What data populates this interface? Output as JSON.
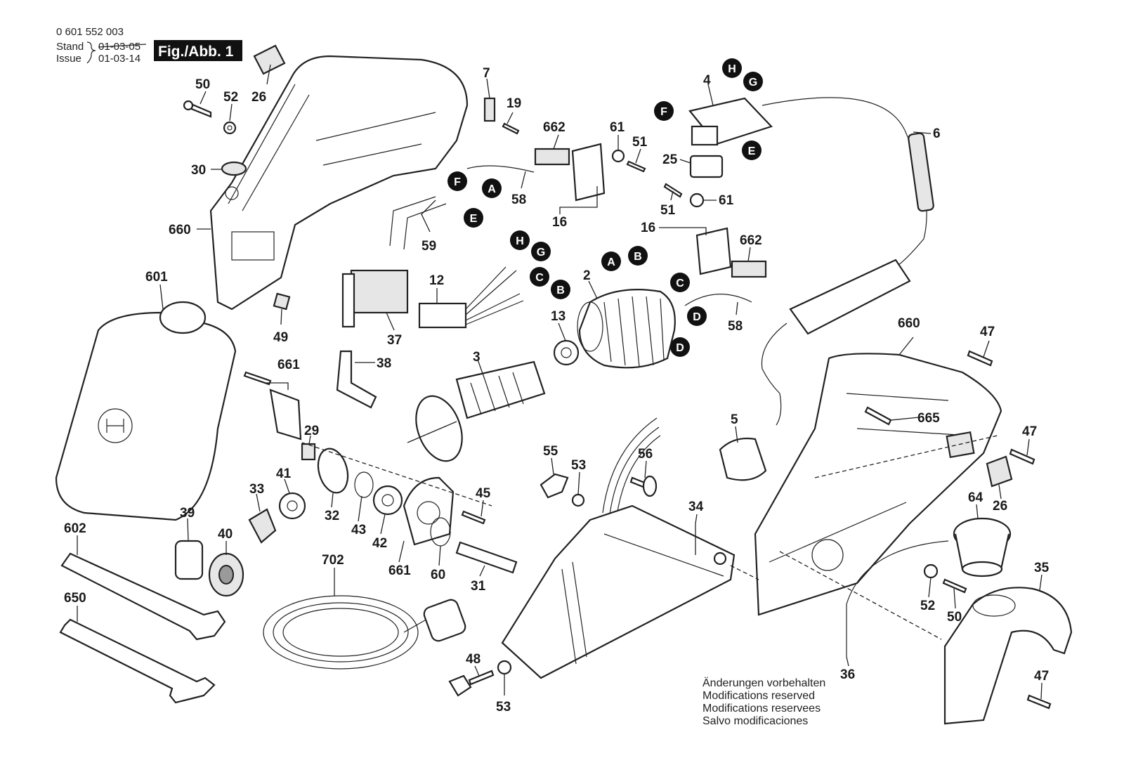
{
  "header": {
    "part_number": "0 601 552 003",
    "stand_label": "Stand",
    "issue_label": "Issue",
    "stand_date": "01-03-05",
    "issue_date": "01-03-14",
    "figure_label": "Fig./Abb. 1"
  },
  "notes": [
    "Änderungen vorbehalten",
    "Modifications reserved",
    "Modifications reservees",
    "Salvo modificaciones"
  ],
  "part_labels": [
    {
      "id": "26a",
      "text": "26"
    },
    {
      "id": "50a",
      "text": "50"
    },
    {
      "id": "52a",
      "text": "52"
    },
    {
      "id": "30",
      "text": "30"
    },
    {
      "id": "660a",
      "text": "660"
    },
    {
      "id": "601",
      "text": "601"
    },
    {
      "id": "49",
      "text": "49"
    },
    {
      "id": "7",
      "text": "7"
    },
    {
      "id": "19",
      "text": "19"
    },
    {
      "id": "662a",
      "text": "662"
    },
    {
      "id": "61a",
      "text": "61"
    },
    {
      "id": "51a",
      "text": "51"
    },
    {
      "id": "58a",
      "text": "58"
    },
    {
      "id": "16a",
      "text": "16"
    },
    {
      "id": "59",
      "text": "59"
    },
    {
      "id": "37",
      "text": "37"
    },
    {
      "id": "38",
      "text": "38"
    },
    {
      "id": "12",
      "text": "12"
    },
    {
      "id": "2",
      "text": "2"
    },
    {
      "id": "13",
      "text": "13"
    },
    {
      "id": "3",
      "text": "3"
    },
    {
      "id": "4",
      "text": "4"
    },
    {
      "id": "25",
      "text": "25"
    },
    {
      "id": "51b",
      "text": "51"
    },
    {
      "id": "61b",
      "text": "61"
    },
    {
      "id": "6",
      "text": "6"
    },
    {
      "id": "16b",
      "text": "16"
    },
    {
      "id": "662b",
      "text": "662"
    },
    {
      "id": "58b",
      "text": "58"
    },
    {
      "id": "660b",
      "text": "660"
    },
    {
      "id": "47a",
      "text": "47"
    },
    {
      "id": "665",
      "text": "665"
    },
    {
      "id": "47b",
      "text": "47"
    },
    {
      "id": "5",
      "text": "5"
    },
    {
      "id": "661a",
      "text": "661"
    },
    {
      "id": "29",
      "text": "29"
    },
    {
      "id": "41",
      "text": "41"
    },
    {
      "id": "33",
      "text": "33"
    },
    {
      "id": "32",
      "text": "32"
    },
    {
      "id": "43",
      "text": "43"
    },
    {
      "id": "42",
      "text": "42"
    },
    {
      "id": "661b",
      "text": "661"
    },
    {
      "id": "60",
      "text": "60"
    },
    {
      "id": "45",
      "text": "45"
    },
    {
      "id": "31",
      "text": "31"
    },
    {
      "id": "39",
      "text": "39"
    },
    {
      "id": "40",
      "text": "40"
    },
    {
      "id": "602",
      "text": "602"
    },
    {
      "id": "650",
      "text": "650"
    },
    {
      "id": "702",
      "text": "702"
    },
    {
      "id": "55",
      "text": "55"
    },
    {
      "id": "53a",
      "text": "53"
    },
    {
      "id": "56",
      "text": "56"
    },
    {
      "id": "34",
      "text": "34"
    },
    {
      "id": "48",
      "text": "48"
    },
    {
      "id": "53b",
      "text": "53"
    },
    {
      "id": "64",
      "text": "64"
    },
    {
      "id": "26b",
      "text": "26"
    },
    {
      "id": "52b",
      "text": "52"
    },
    {
      "id": "50b",
      "text": "50"
    },
    {
      "id": "35",
      "text": "35"
    },
    {
      "id": "36",
      "text": "36"
    },
    {
      "id": "47c",
      "text": "47"
    }
  ],
  "connector_labels": [
    {
      "id": "F1",
      "text": "F"
    },
    {
      "id": "A1",
      "text": "A"
    },
    {
      "id": "E1",
      "text": "E"
    },
    {
      "id": "H1",
      "text": "H"
    },
    {
      "id": "G1",
      "text": "G"
    },
    {
      "id": "C1",
      "text": "C"
    },
    {
      "id": "B1",
      "text": "B"
    },
    {
      "id": "A2",
      "text": "A"
    },
    {
      "id": "B2",
      "text": "B"
    },
    {
      "id": "C2",
      "text": "C"
    },
    {
      "id": "D1",
      "text": "D"
    },
    {
      "id": "D2",
      "text": "D"
    },
    {
      "id": "H2",
      "text": "H"
    },
    {
      "id": "G2",
      "text": "G"
    },
    {
      "id": "F2",
      "text": "F"
    },
    {
      "id": "E2",
      "text": "E"
    }
  ]
}
